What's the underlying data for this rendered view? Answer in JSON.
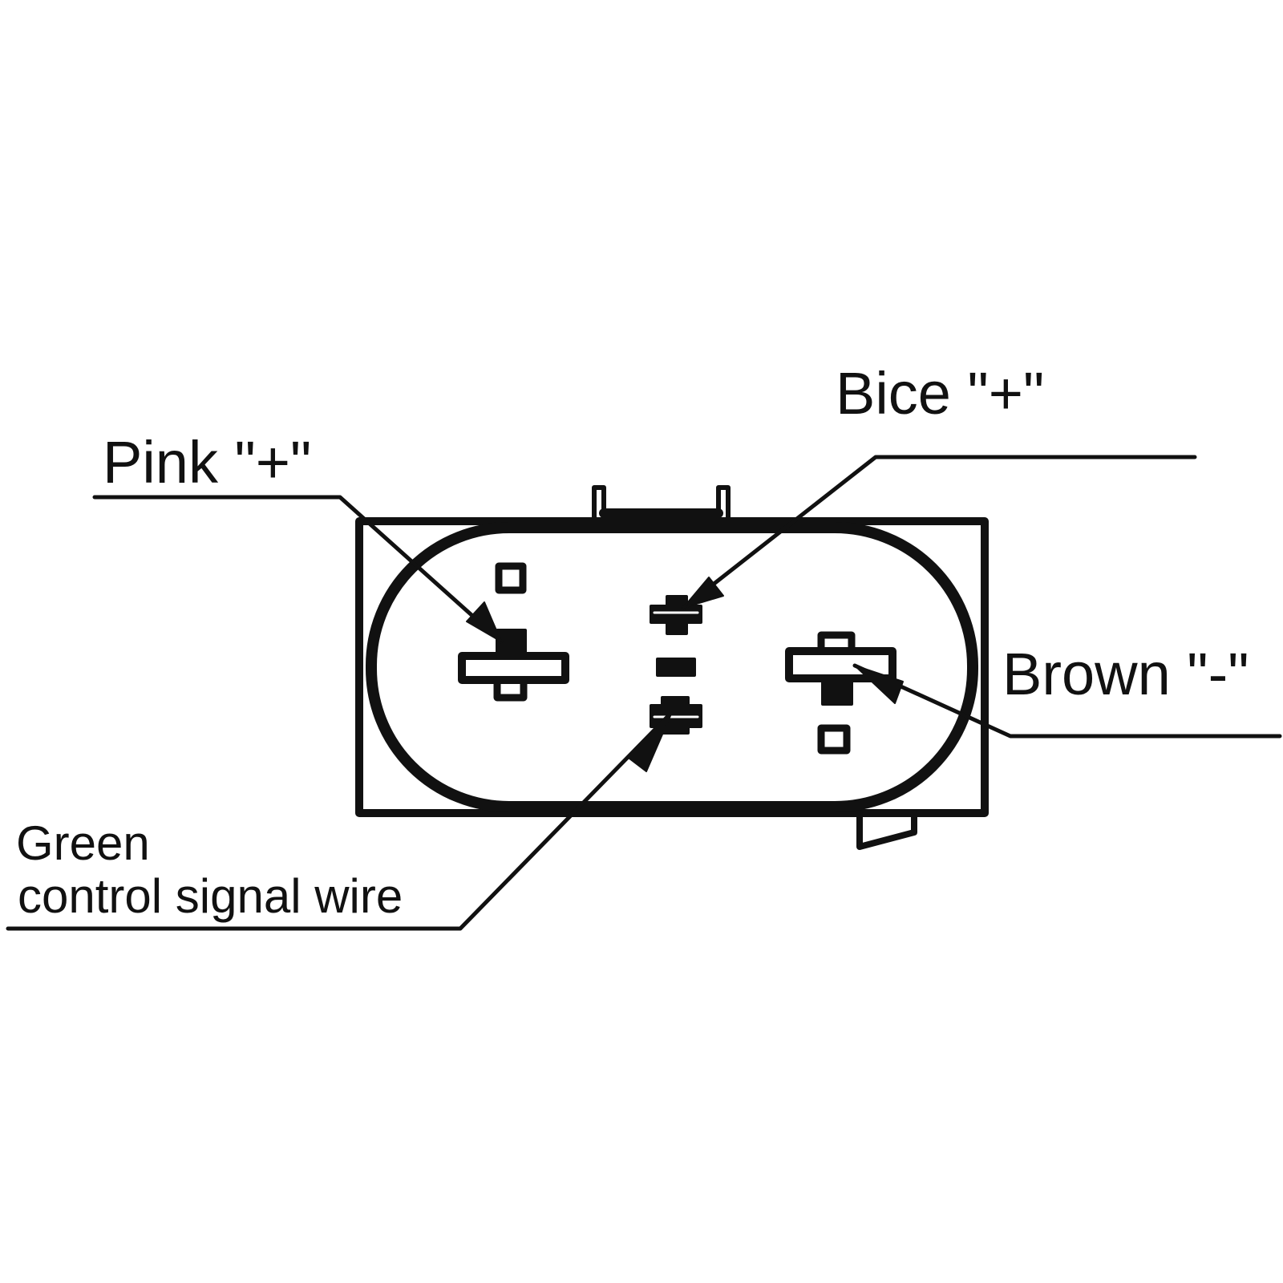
{
  "labels": {
    "pink": "Pink \"+\"",
    "bice": "Bice \"+\"",
    "brown": "Brown \"-\"",
    "green_line1": "Green",
    "green_line2": "control signal wire"
  },
  "colors": {
    "stroke": "#111111",
    "background": "#ffffff"
  }
}
